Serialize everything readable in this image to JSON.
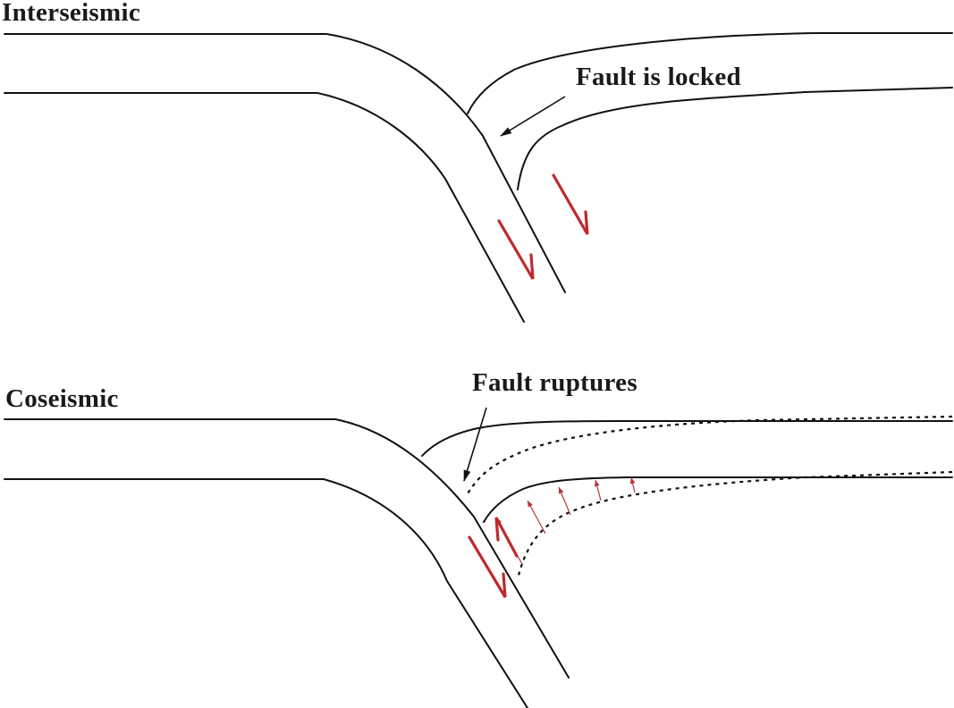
{
  "panels": [
    {
      "title": "Interseismic",
      "annotation": "Fault is locked"
    },
    {
      "title": "Coseismic",
      "annotation": "Fault ruptures"
    }
  ],
  "colors": {
    "line": "#111111",
    "slip_arrow": "#c0282c",
    "uplift_arrow": "#b03a3a",
    "background": "#ffffff"
  }
}
